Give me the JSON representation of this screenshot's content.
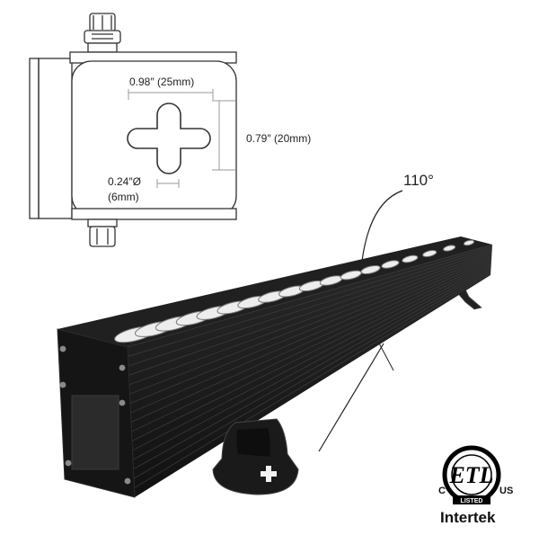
{
  "bracket_diagram": {
    "hole_width_label": "0.98″ (25mm)",
    "hole_height_label": "0.79″ (20mm)",
    "hole_diameter_label_line1": "0.24″Ø",
    "hole_diameter_label_line2": "(6mm)"
  },
  "fixture": {
    "beam_angle_label": "110°",
    "led_count": 18
  },
  "certification": {
    "mark_letters": "ETL",
    "left_mark": "C",
    "right_mark": "US",
    "listed_text": "LISTED",
    "brand": "Intertek"
  },
  "colors": {
    "housing": "#1b1b1b",
    "line": "#333333",
    "accent": "#000000"
  }
}
